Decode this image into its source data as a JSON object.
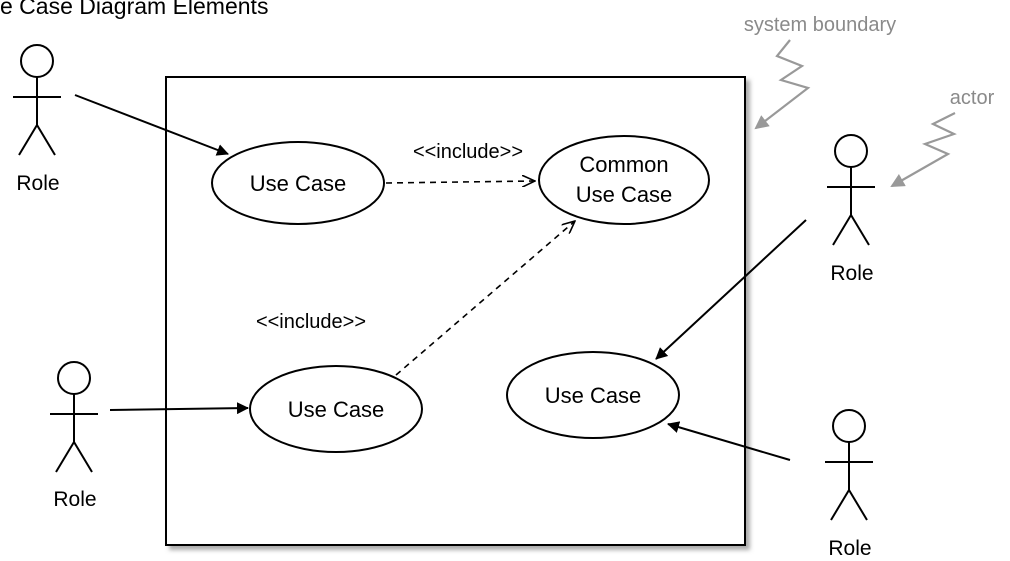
{
  "title": "e Case Diagram Elements",
  "stereotypes": {
    "include_top": "<<include>>",
    "include_left": "<<include>>"
  },
  "use_cases": {
    "uc_top": "Use Case",
    "common_line1": "Common",
    "common_line2": "Use Case",
    "uc_bottom_left": "Use Case",
    "uc_right": "Use Case"
  },
  "actors": {
    "top_left": "Role",
    "bottom_left": "Role",
    "right_upper": "Role",
    "right_lower": "Role"
  },
  "annotations": {
    "system_boundary": "system boundary",
    "actor": "actor"
  }
}
